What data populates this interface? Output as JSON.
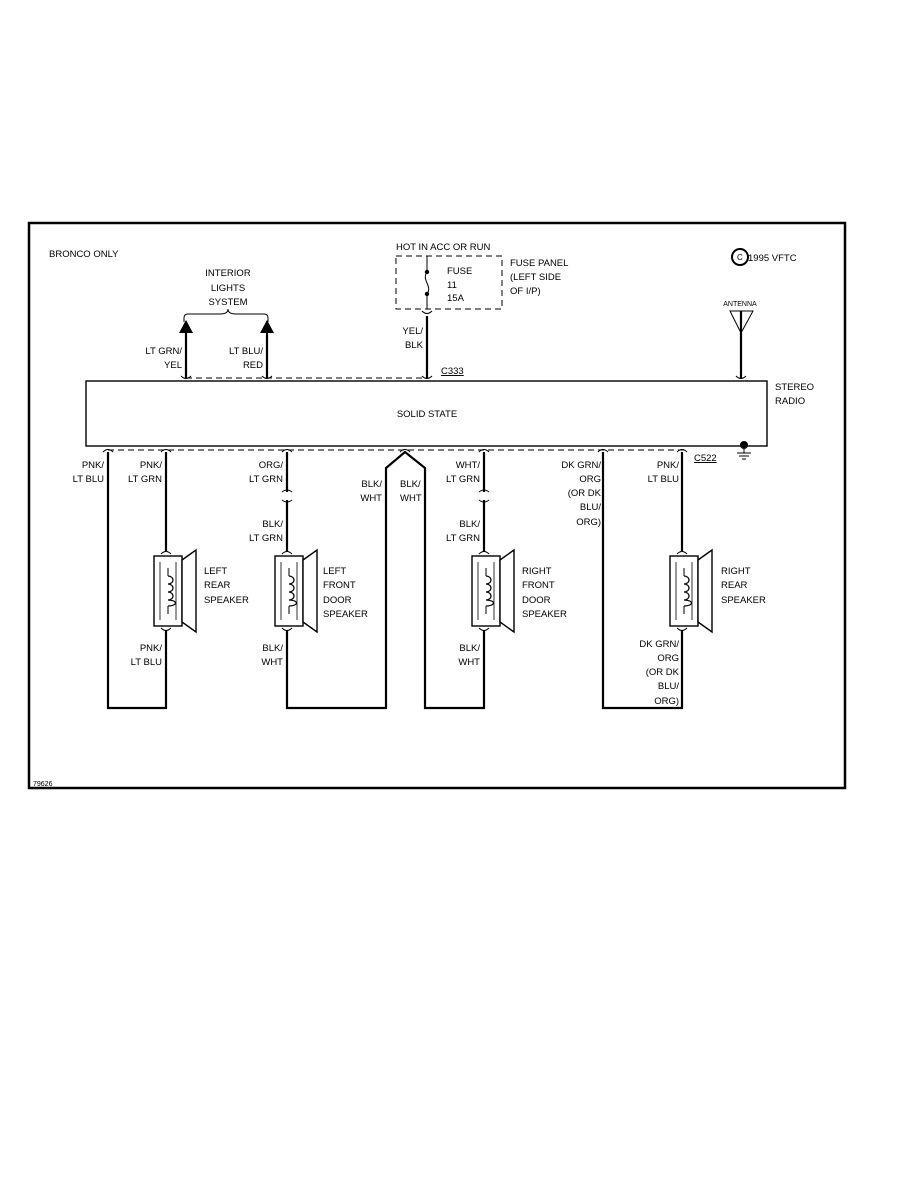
{
  "diagram": {
    "model_note": "BRONCO ONLY",
    "copyright": "1995 VFTC",
    "copyright_symbol": "C",
    "figure_number": "79626",
    "interior_lights": [
      "INTERIOR",
      "LIGHTS",
      "SYSTEM"
    ],
    "power_source": "HOT IN ACC OR RUN",
    "fuse": [
      "FUSE",
      "11",
      "15A"
    ],
    "fuse_panel": [
      "FUSE PANEL",
      "(LEFT SIDE",
      "OF I/P)"
    ],
    "antenna": "ANTENNA",
    "radio_label": [
      "STEREO",
      "RADIO"
    ],
    "radio_body": "SOLID STATE",
    "connectors": {
      "top": "C333",
      "bottom": "C522"
    },
    "top_wires": {
      "lights_1": [
        "LT GRN/",
        "YEL"
      ],
      "lights_2": [
        "LT BLU/",
        "RED"
      ],
      "fuse_feed": [
        "YEL/",
        "BLK"
      ]
    },
    "bottom_wires": {
      "w1": [
        "PNK/",
        "LT BLU"
      ],
      "w2": [
        "PNK/",
        "LT GRN"
      ],
      "w3": [
        "ORG/",
        "LT GRN"
      ],
      "w3b": [
        "BLK/",
        "LT GRN"
      ],
      "w4": [
        "BLK/",
        "WHT"
      ],
      "w5": [
        "BLK/",
        "WHT"
      ],
      "w6": [
        "WHT/",
        "LT GRN"
      ],
      "w6b": [
        "BLK/",
        "LT GRN"
      ],
      "w7": [
        "DK GRN/",
        "ORG",
        "(OR DK",
        "BLU/",
        "ORG)"
      ],
      "w8": [
        "PNK/",
        "LT BLU"
      ]
    },
    "speaker_lower": {
      "lr": [
        "PNK/",
        "LT BLU"
      ],
      "lf": [
        "BLK/",
        "WHT"
      ],
      "rf": [
        "BLK/",
        "WHT"
      ],
      "rr": [
        "DK GRN/",
        "ORG",
        "(OR DK",
        "BLU/",
        "ORG)"
      ]
    },
    "speakers": {
      "lr": [
        "LEFT",
        "REAR",
        "SPEAKER"
      ],
      "lf": [
        "LEFT",
        "FRONT",
        "DOOR",
        "SPEAKER"
      ],
      "rf": [
        "RIGHT",
        "FRONT",
        "DOOR",
        "SPEAKER"
      ],
      "rr": [
        "RIGHT",
        "REAR",
        "SPEAKER"
      ]
    }
  }
}
